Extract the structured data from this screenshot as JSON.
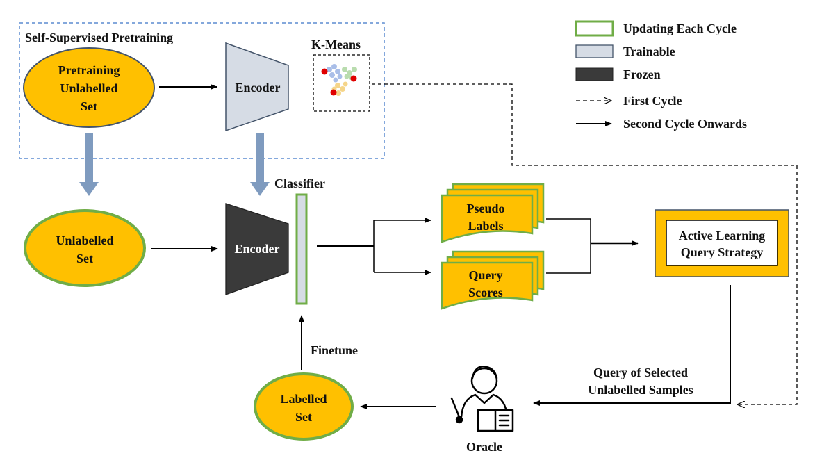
{
  "pretraining_box": {
    "title": "Self-Supervised Pretraining"
  },
  "pretraining_set": {
    "line1": "Pretraining",
    "line2": "Unlabelled",
    "line3": "Set"
  },
  "encoder_top": {
    "label": "Encoder"
  },
  "kmeans": {
    "label": "K-Means"
  },
  "legend": {
    "updating": "Updating Each Cycle",
    "trainable": "Trainable",
    "frozen": "Frozen",
    "first_cycle": "First Cycle",
    "second_cycle": "Second Cycle Onwards"
  },
  "classifier": {
    "label": "Classifier"
  },
  "unlabelled_set": {
    "line1": "Unlabelled",
    "line2": "Set"
  },
  "encoder_bottom": {
    "label": "Encoder"
  },
  "pseudo_labels": {
    "line1": "Pseudo",
    "line2": "Labels"
  },
  "query_scores": {
    "line1": "Query",
    "line2": "Scores"
  },
  "al_strategy": {
    "line1": "Active Learning",
    "line2": "Query Strategy"
  },
  "finetune": {
    "label": "Finetune"
  },
  "query_selected": {
    "line1": "Query of Selected",
    "line2": "Unlabelled Samples"
  },
  "labelled_set": {
    "line1": "Labelled",
    "line2": "Set"
  },
  "oracle": {
    "label": "Oracle"
  },
  "colors": {
    "gold": "#FFC000",
    "green": "#70AD47",
    "trainable_fill": "#D6DCE5",
    "trainable_stroke": "#44546A",
    "frozen": "#3A3A3A",
    "dashed_box": "#5B8BD0",
    "arrow_blue": "#7F9BBF"
  }
}
